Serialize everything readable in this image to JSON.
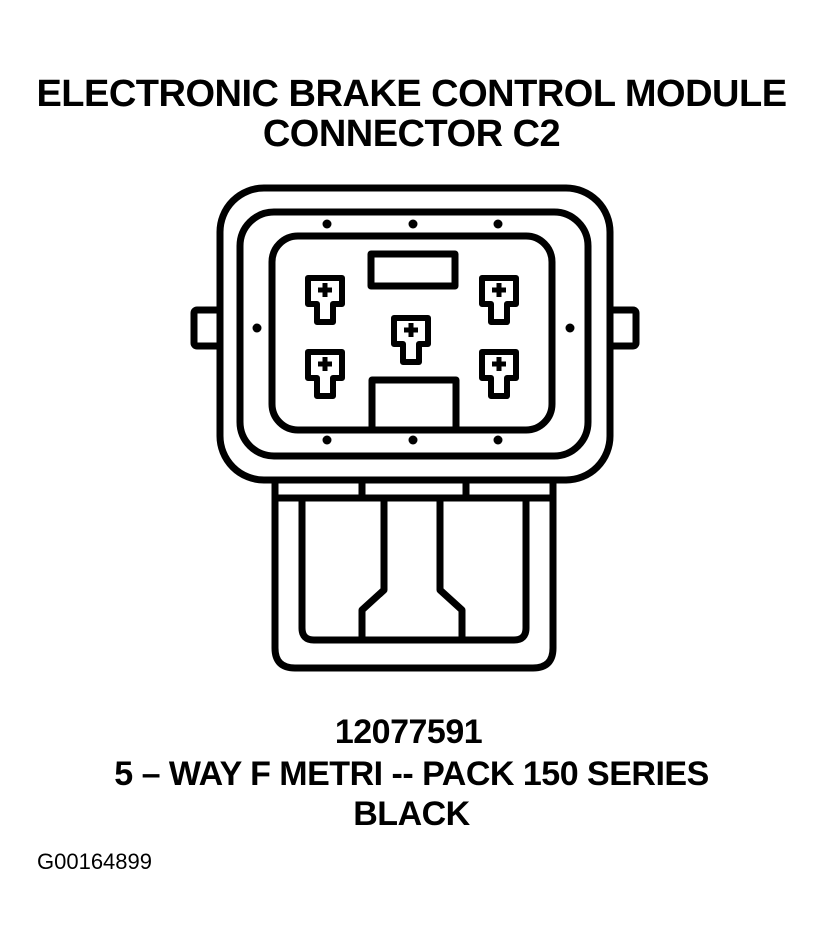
{
  "title": {
    "line1": "ELECTRONIC BRAKE CONTROL MODULE",
    "line2": "CONNECTOR C2"
  },
  "part_number": "12077591",
  "description": "5 – WAY F METRI -- PACK 150 SERIES",
  "color_name": "BLACK",
  "figure_id": "G00164899",
  "connector": {
    "cavities": 5,
    "terminal_symbol": "+"
  }
}
